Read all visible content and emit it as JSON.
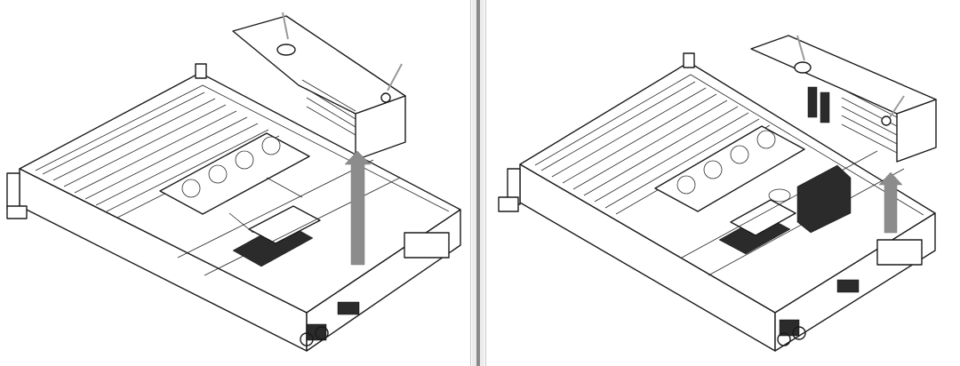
{
  "figure": {
    "panels": [
      {
        "id": "left",
        "step": "lift-riser-cage",
        "arrow_direction": "up"
      },
      {
        "id": "right",
        "step": "lift-riser-cage",
        "arrow_direction": "up"
      }
    ],
    "colors": {
      "line": "#1a1a1a",
      "arrow": "#8c8c8c",
      "divider": "#8a8a8a",
      "background": "#ffffff"
    }
  }
}
